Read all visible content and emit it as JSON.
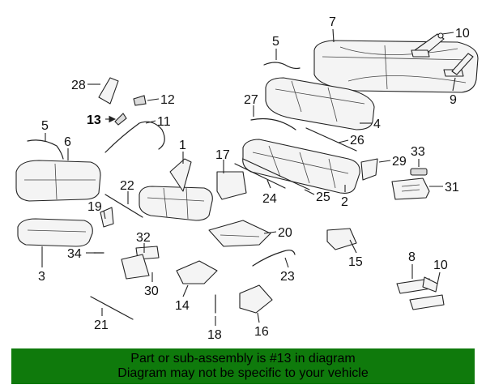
{
  "diagram": {
    "callouts": [
      "28",
      "12",
      "13",
      "11",
      "5",
      "6",
      "1",
      "7",
      "10",
      "9",
      "27",
      "4",
      "26",
      "17",
      "29",
      "33",
      "31",
      "22",
      "19",
      "24",
      "25",
      "2",
      "20",
      "32",
      "34",
      "3",
      "15",
      "30",
      "23",
      "8",
      "10",
      "14",
      "21",
      "18",
      "16",
      "5"
    ]
  },
  "banner": {
    "line1": "Part or sub-assembly is #13 in diagram",
    "line2": "Diagram may not be specific to your vehicle",
    "color": "#0f7a0c"
  },
  "highlight": {
    "part_number": "13"
  }
}
